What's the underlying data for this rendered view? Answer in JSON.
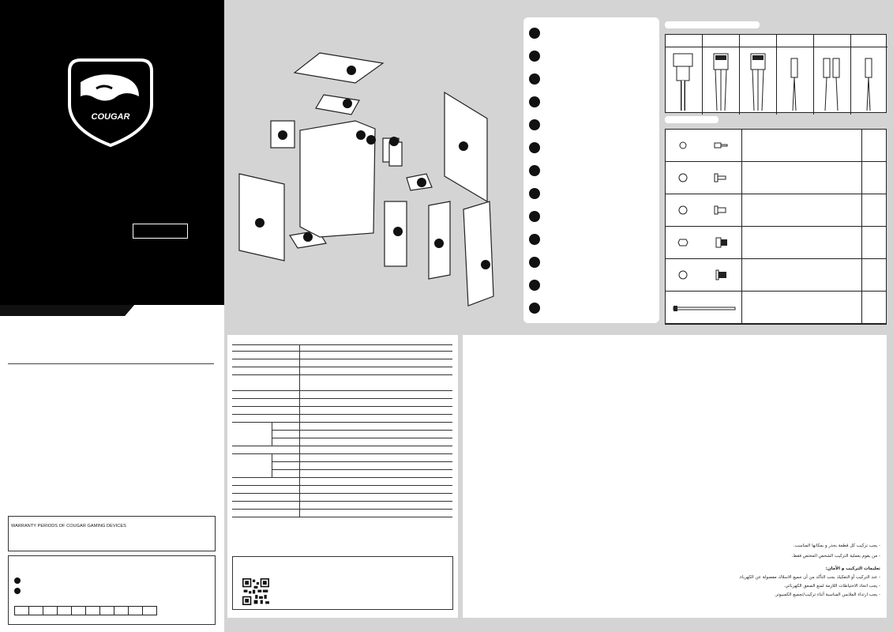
{
  "brand": {
    "name": "COUGAR"
  },
  "warranty": {
    "title": "WARRANTY PERIODS OF COUGAR GAMING DEVICES"
  },
  "safety_arabic": {
    "line1": "- يجب تركيب كل قطعة بحذر و بمكانها المناسب.",
    "line2": "- من يقوم بعملية التركيب الشخص المختص فقط.",
    "heading": "تعليمات التركيب و الأمان:",
    "line3": "- عند التركيب أو التفكيك يجب التأكد من أن جميع الاسلاك مفصولة عن الكهرباء.",
    "line4": "- يجب اتخاذ الاحتياطات اللازمة لمنع الصعق الكهربائي.",
    "line5": "- يجب ارتداء الملابس المناسبة أثناء تركيب/تجميع الكمبيوتر."
  },
  "colors": {
    "cover": "#000000",
    "accent": "#1a1a1a",
    "panel": "#ffffff",
    "background": "#d4d4d4"
  }
}
